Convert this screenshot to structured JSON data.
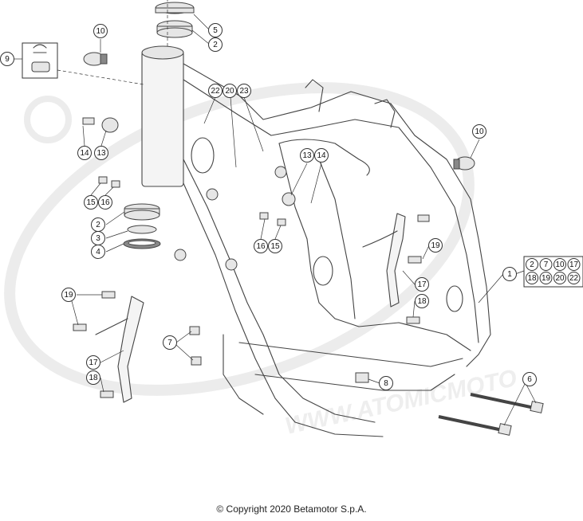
{
  "callouts": [
    {
      "id": "c5",
      "label": "5"
    },
    {
      "id": "c2a",
      "label": "2"
    },
    {
      "id": "c10a",
      "label": "10"
    },
    {
      "id": "c9",
      "label": "9"
    },
    {
      "id": "c22",
      "label": "22"
    },
    {
      "id": "c20",
      "label": "20"
    },
    {
      "id": "c23",
      "label": "23"
    },
    {
      "id": "c14a",
      "label": "14"
    },
    {
      "id": "c13a",
      "label": "13"
    },
    {
      "id": "c15a",
      "label": "15"
    },
    {
      "id": "c16a",
      "label": "16"
    },
    {
      "id": "c2b",
      "label": "2"
    },
    {
      "id": "c3",
      "label": "3"
    },
    {
      "id": "c4",
      "label": "4"
    },
    {
      "id": "c13b",
      "label": "13"
    },
    {
      "id": "c14b",
      "label": "14"
    },
    {
      "id": "c16b",
      "label": "16"
    },
    {
      "id": "c15b",
      "label": "15"
    },
    {
      "id": "c10b",
      "label": "10"
    },
    {
      "id": "c19a",
      "label": "19"
    },
    {
      "id": "c17a",
      "label": "17"
    },
    {
      "id": "c18a",
      "label": "18"
    },
    {
      "id": "c1",
      "label": "1"
    },
    {
      "id": "c19b",
      "label": "19"
    },
    {
      "id": "c17b",
      "label": "17"
    },
    {
      "id": "c18b",
      "label": "18"
    },
    {
      "id": "c7",
      "label": "7"
    },
    {
      "id": "c8",
      "label": "8"
    },
    {
      "id": "c6",
      "label": "6"
    }
  ],
  "kit_group": [
    {
      "label": "2"
    },
    {
      "label": "7"
    },
    {
      "label": "10"
    },
    {
      "label": "17"
    },
    {
      "label": "18"
    },
    {
      "label": "19"
    },
    {
      "label": "20"
    },
    {
      "label": "22"
    }
  ],
  "watermark": "WWW.ATOMICMOTO",
  "copyright": "© Copyright 2020 Betamotor S.p.A."
}
